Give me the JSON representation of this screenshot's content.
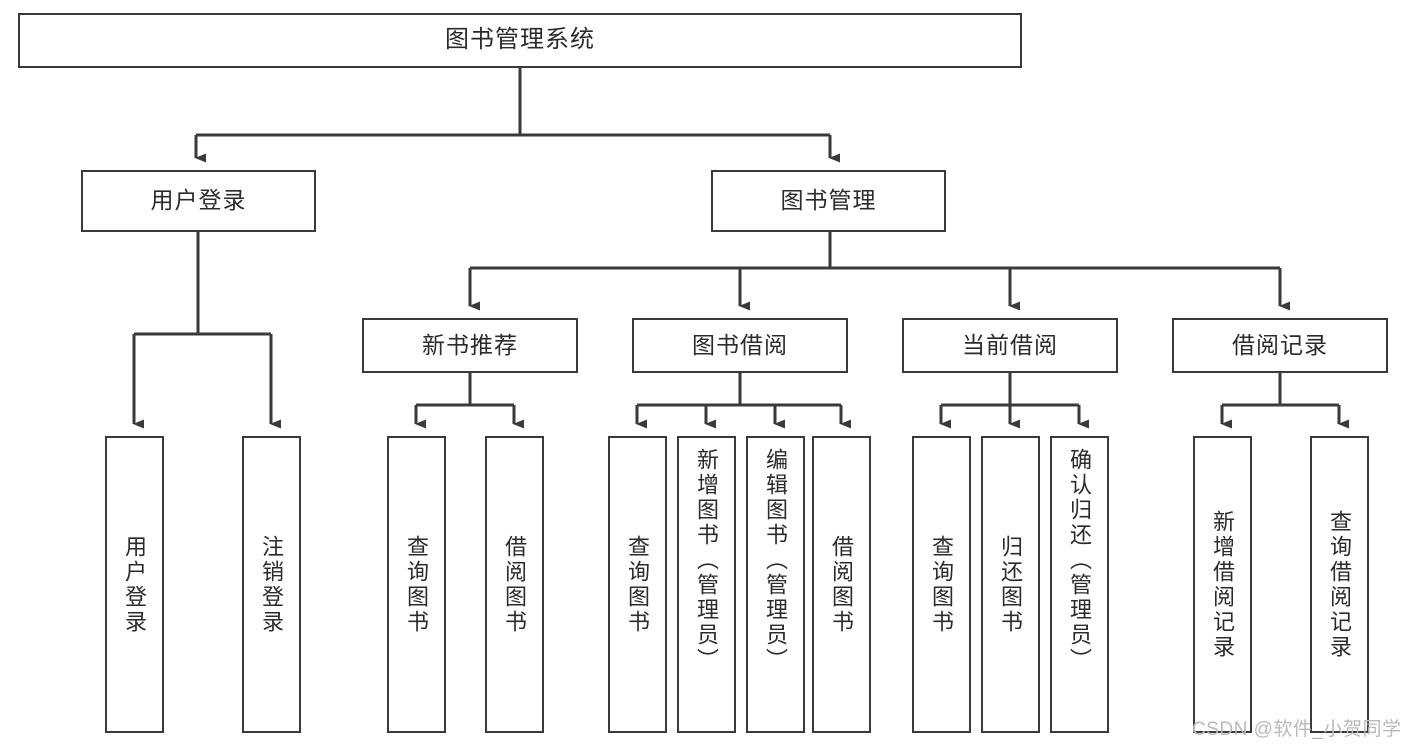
{
  "diagram": {
    "type": "hierarchy-tree",
    "title": "图书管理系统",
    "orientation": "top-down",
    "style": {
      "stroke": "#3a3a3a",
      "fill": "#ffffff",
      "text": "#2b2b2b",
      "watermark_color": "#b9b9b9"
    },
    "levels": 4
  },
  "root": {
    "label": "图书管理系统"
  },
  "level2": [
    {
      "label": "用户登录"
    },
    {
      "label": "图书管理"
    }
  ],
  "level3": [
    {
      "label": "新书推荐"
    },
    {
      "label": "图书借阅"
    },
    {
      "label": "当前借阅"
    },
    {
      "label": "借阅记录"
    }
  ],
  "leaves": {
    "user_login": [
      {
        "label": "用户登录"
      },
      {
        "label": "注销登录"
      }
    ],
    "new_book": [
      {
        "label": "查询图书"
      },
      {
        "label": "借阅图书"
      }
    ],
    "borrow": [
      {
        "label": "查询图书"
      },
      {
        "label": "新增图书（管理员）"
      },
      {
        "label": "编辑图书（管理员）"
      },
      {
        "label": "借阅图书"
      }
    ],
    "current": [
      {
        "label": "查询图书"
      },
      {
        "label": "归还图书"
      },
      {
        "label": "确认归还（管理员）"
      }
    ],
    "records": [
      {
        "label": "新增借阅记录"
      },
      {
        "label": "查询借阅记录"
      }
    ]
  },
  "watermark": {
    "text": "CSDN @软件_小贺同学"
  }
}
